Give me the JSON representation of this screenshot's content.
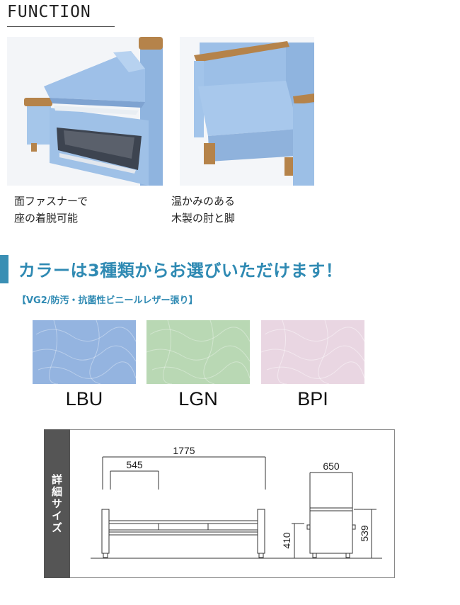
{
  "heading": "FUNCTION",
  "features": [
    {
      "caption_line1": "面ファスナーで",
      "caption_line2": "座の着脱可能"
    },
    {
      "caption_line1": "温かみのある",
      "caption_line2": "木製の肘と脚"
    }
  ],
  "color_banner": "カラーは3種類からお選びいただけます！",
  "material": "【VG2/防汚・抗菌性ビニールレザー張り】",
  "swatches": [
    {
      "label": "LBU",
      "color": "#94b4e0"
    },
    {
      "label": "LGN",
      "color": "#b9d8b4"
    },
    {
      "label": "BPI",
      "color": "#e9d6e2"
    }
  ],
  "dimensions": {
    "title": "詳細サイズ",
    "width_total": "1775",
    "seat_section": "545",
    "depth": "650",
    "seat_height": "410",
    "total_height": "539"
  },
  "colors": {
    "accent": "#2f8ab3",
    "sofa_blue": "#9dc0e8",
    "wood": "#b5834a"
  }
}
